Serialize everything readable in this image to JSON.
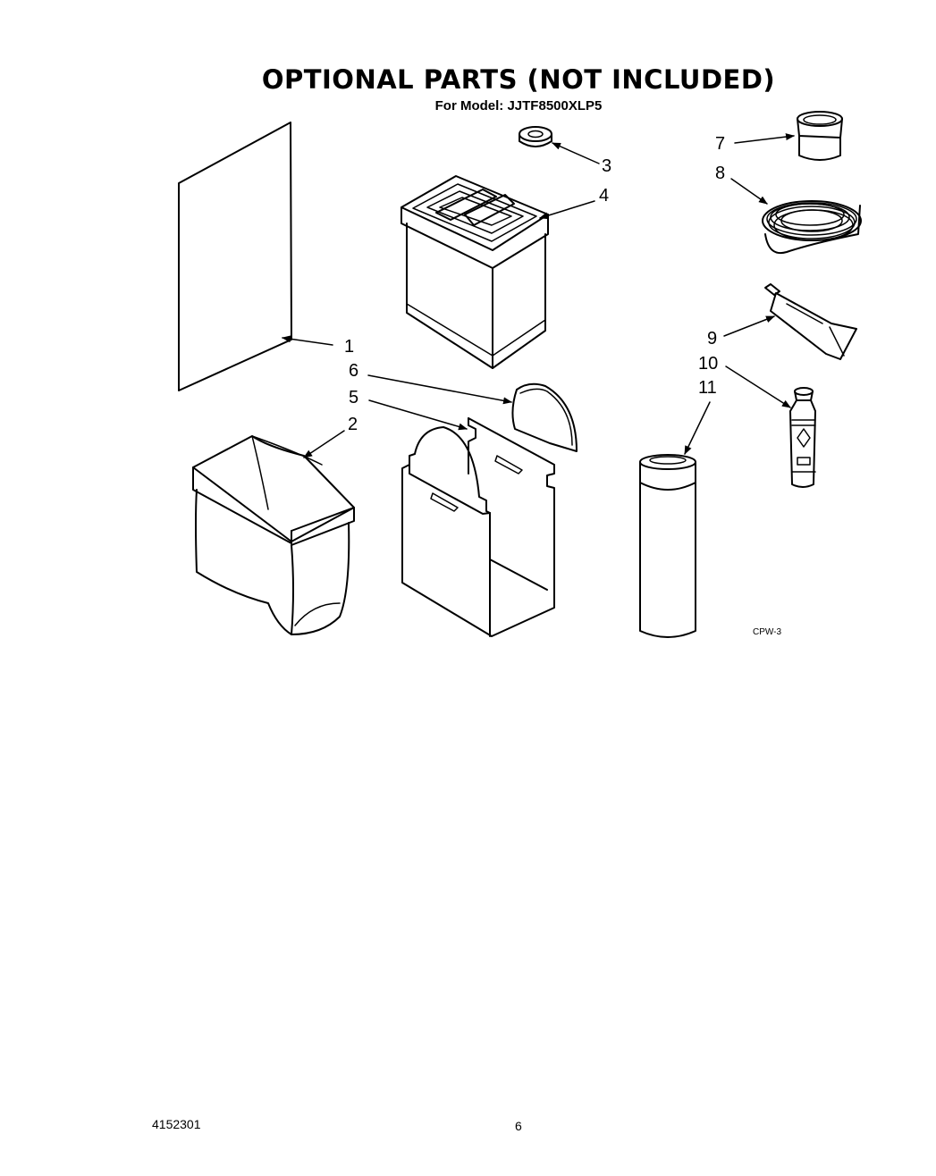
{
  "header": {
    "title": "OPTIONAL PARTS   (NOT INCLUDED)",
    "model_line": "For Model: JJTF8500XLP5"
  },
  "callouts": {
    "c1": "1",
    "c2": "2",
    "c3": "3",
    "c4": "4",
    "c5": "5",
    "c6": "6",
    "c7": "7",
    "c8": "8",
    "c9": "9",
    "c10": "10",
    "c11": "11"
  },
  "diagram_code": "CPW-3",
  "footer": {
    "doc_number": "4152301",
    "page_number": "6"
  }
}
